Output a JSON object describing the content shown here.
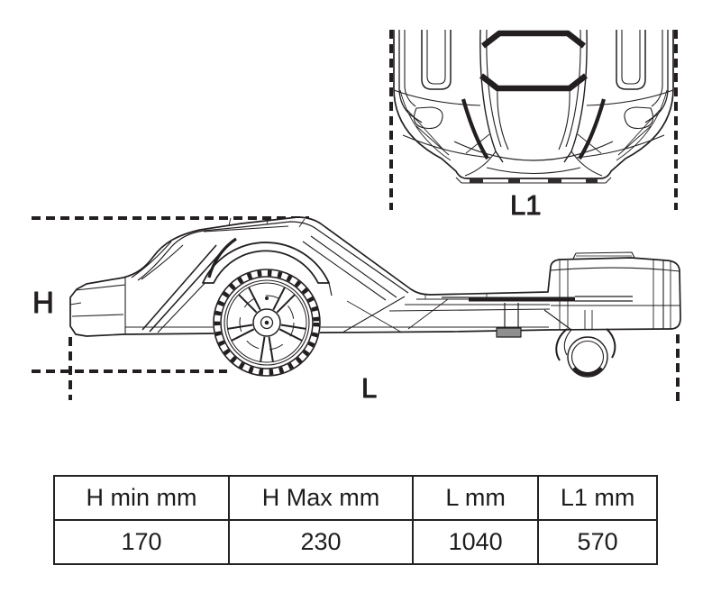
{
  "colors": {
    "ink": "#231f20",
    "background": "#ffffff"
  },
  "drawing": {
    "labels": {
      "h": "H",
      "l": "L",
      "l1": "L1"
    }
  },
  "table": {
    "headers": [
      "H min mm",
      "H Max mm",
      "L mm",
      "L1 mm"
    ],
    "values": [
      "170",
      "230",
      "1040",
      "570"
    ]
  }
}
